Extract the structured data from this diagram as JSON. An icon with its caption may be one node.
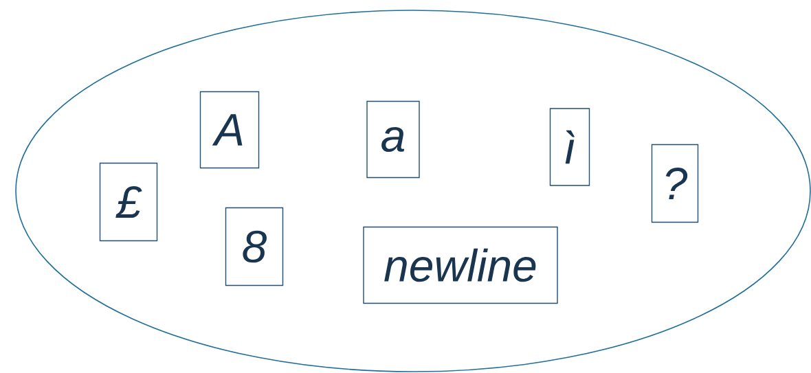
{
  "diagram": {
    "nodes": [
      {
        "text": [],
        "shape": "ellipse"
      },
      {
        "text": [
          "A"
        ],
        "in": 0
      },
      {
        "text": [
          "a"
        ],
        "in": 0
      },
      {
        "text": [
          "ì"
        ],
        "in": 0
      },
      {
        "text": [
          "?"
        ],
        "in": 0
      },
      {
        "text": [
          "£"
        ],
        "in": 0
      },
      {
        "text": [
          "8"
        ],
        "in": 0
      },
      {
        "text": [
          "newline"
        ],
        "in": 0
      }
    ]
  }
}
